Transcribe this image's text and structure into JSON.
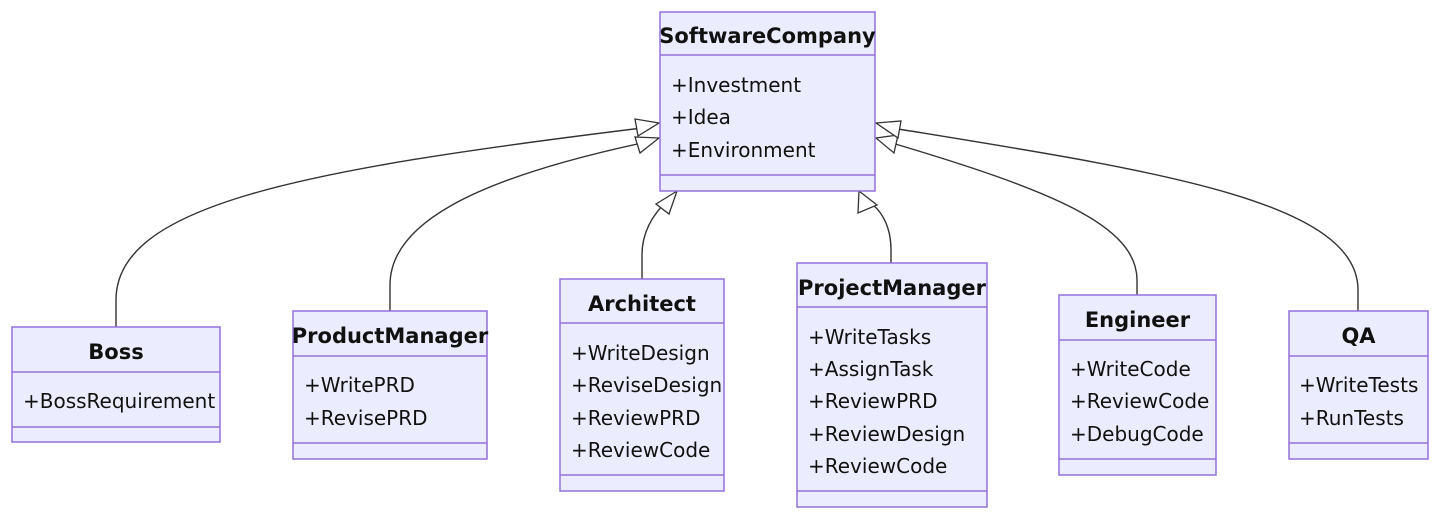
{
  "diagram": {
    "type": "class-diagram",
    "colors": {
      "box_fill": "#ECECFF",
      "box_border": "#9370DB",
      "edge": "#333333",
      "text": "#111111"
    },
    "classes": {
      "software_company": {
        "name": "SoftwareCompany",
        "members": [
          "+Investment",
          "+Idea",
          "+Environment"
        ]
      },
      "boss": {
        "name": "Boss",
        "members": [
          "+BossRequirement"
        ]
      },
      "product_manager": {
        "name": "ProductManager",
        "members": [
          "+WritePRD",
          "+RevisePRD"
        ]
      },
      "architect": {
        "name": "Architect",
        "members": [
          "+WriteDesign",
          "+ReviseDesign",
          "+ReviewPRD",
          "+ReviewCode"
        ]
      },
      "project_manager": {
        "name": "ProjectManager",
        "members": [
          "+WriteTasks",
          "+AssignTask",
          "+ReviewPRD",
          "+ReviewDesign",
          "+ReviewCode"
        ]
      },
      "engineer": {
        "name": "Engineer",
        "members": [
          "+WriteCode",
          "+ReviewCode",
          "+DebugCode"
        ]
      },
      "qa": {
        "name": "QA",
        "members": [
          "+WriteTests",
          "+RunTests"
        ]
      }
    },
    "relations": [
      {
        "from": "Boss",
        "to": "SoftwareCompany",
        "kind": "inheritance"
      },
      {
        "from": "ProductManager",
        "to": "SoftwareCompany",
        "kind": "inheritance"
      },
      {
        "from": "Architect",
        "to": "SoftwareCompany",
        "kind": "inheritance"
      },
      {
        "from": "ProjectManager",
        "to": "SoftwareCompany",
        "kind": "inheritance"
      },
      {
        "from": "Engineer",
        "to": "SoftwareCompany",
        "kind": "inheritance"
      },
      {
        "from": "QA",
        "to": "SoftwareCompany",
        "kind": "inheritance"
      }
    ]
  }
}
